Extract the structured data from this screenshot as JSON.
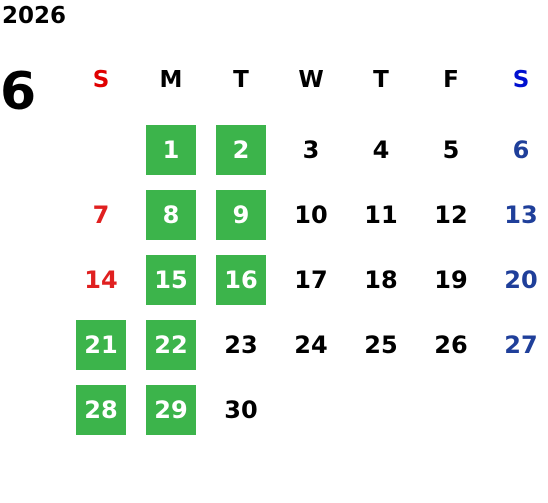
{
  "calendar": {
    "year": "2026",
    "month": "6",
    "weekdays": [
      "S",
      "M",
      "T",
      "W",
      "T",
      "F",
      "S"
    ],
    "colors": {
      "highlight": "#3cb44b",
      "sunday": "#e02020",
      "saturday": "#1f3f9a",
      "text": "#000000"
    },
    "weeks": [
      [
        {
          "day": ""
        },
        {
          "day": "1",
          "highlight": true
        },
        {
          "day": "2",
          "highlight": true
        },
        {
          "day": "3"
        },
        {
          "day": "4"
        },
        {
          "day": "5"
        },
        {
          "day": "6"
        }
      ],
      [
        {
          "day": "7"
        },
        {
          "day": "8",
          "highlight": true
        },
        {
          "day": "9",
          "highlight": true
        },
        {
          "day": "10"
        },
        {
          "day": "11"
        },
        {
          "day": "12"
        },
        {
          "day": "13"
        }
      ],
      [
        {
          "day": "14"
        },
        {
          "day": "15",
          "highlight": true
        },
        {
          "day": "16",
          "highlight": true
        },
        {
          "day": "17"
        },
        {
          "day": "18"
        },
        {
          "day": "19"
        },
        {
          "day": "20"
        }
      ],
      [
        {
          "day": "21",
          "highlight": true
        },
        {
          "day": "22",
          "highlight": true
        },
        {
          "day": "23"
        },
        {
          "day": "24"
        },
        {
          "day": "25"
        },
        {
          "day": "26"
        },
        {
          "day": "27"
        }
      ],
      [
        {
          "day": "28",
          "highlight": true
        },
        {
          "day": "29",
          "highlight": true
        },
        {
          "day": "30"
        },
        {
          "day": ""
        },
        {
          "day": ""
        },
        {
          "day": ""
        },
        {
          "day": ""
        }
      ]
    ]
  }
}
